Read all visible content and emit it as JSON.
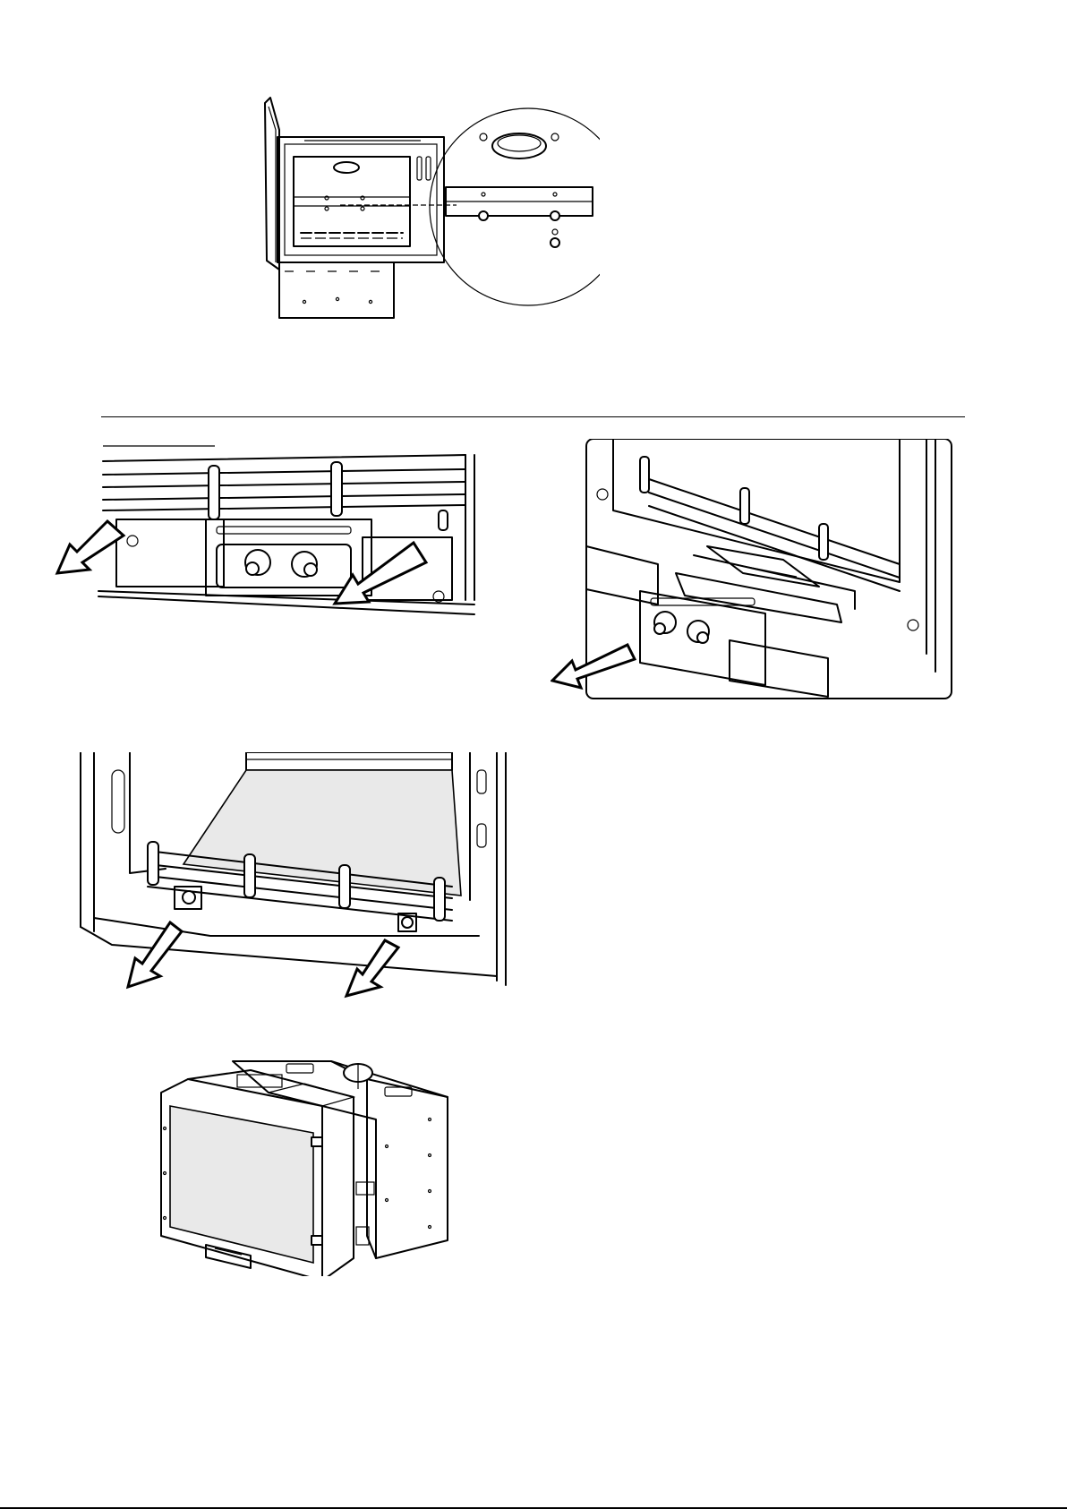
{
  "page": {
    "figures": [
      {
        "id": "fig-1",
        "icon": "stove-door-open-detail-drawing"
      },
      {
        "id": "fig-2",
        "icon": "stove-base-pull-arrows-drawing"
      },
      {
        "id": "fig-3",
        "icon": "control-drawer-pulled-out-drawing"
      },
      {
        "id": "fig-4",
        "icon": "firebox-front-pull-arrows-drawing"
      },
      {
        "id": "fig-5",
        "icon": "insert-unit-isometric-drawing"
      }
    ]
  }
}
